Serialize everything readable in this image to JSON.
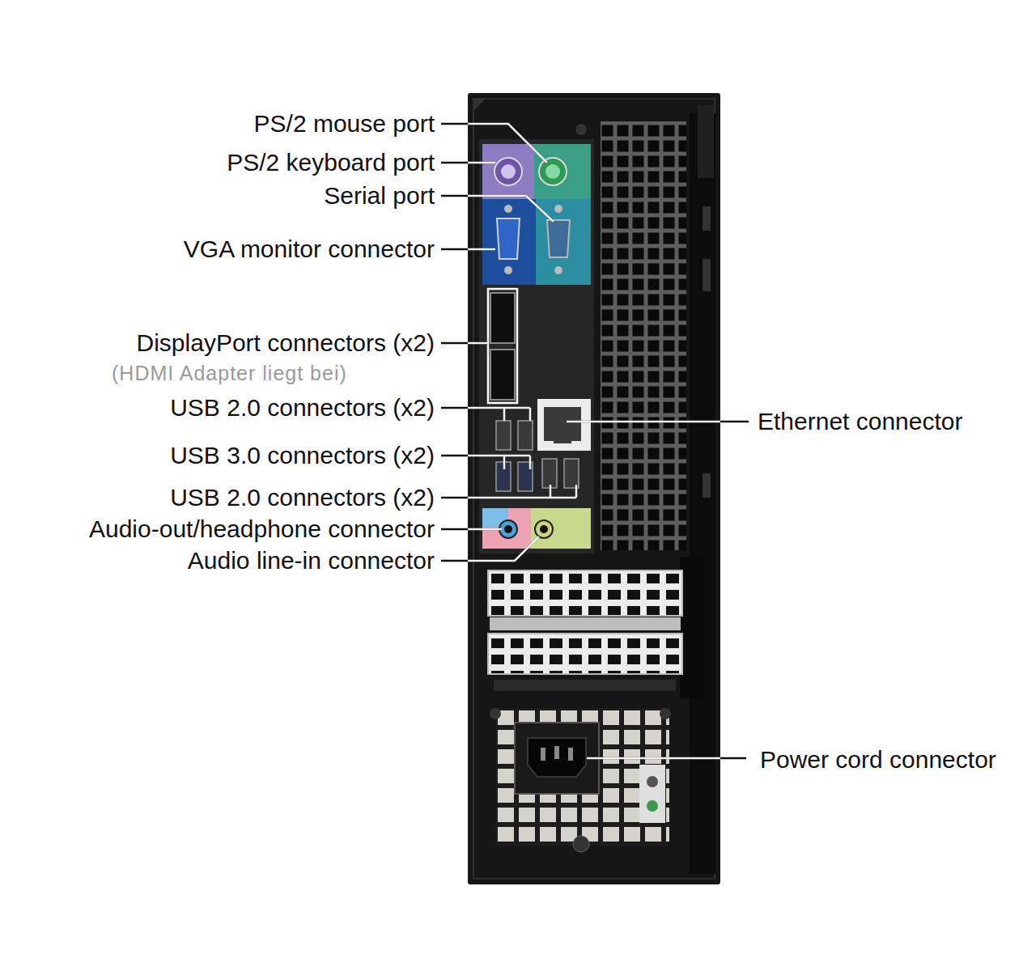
{
  "diagram": {
    "labels": [
      "PS/2 mouse port",
      "PS/2 keyboard port",
      "Serial port",
      "VGA monitor connector",
      "DisplayPort connectors (x2)",
      "(HDMI Adapter liegt bei)",
      "USB 2.0 connectors (x2)",
      "USB 3.0 connectors (x2)",
      "USB 2.0 connectors (x2)",
      "Audio-out/headphone connector",
      "Audio line-in connector",
      "Ethernet connector",
      "Power cord connector"
    ]
  }
}
